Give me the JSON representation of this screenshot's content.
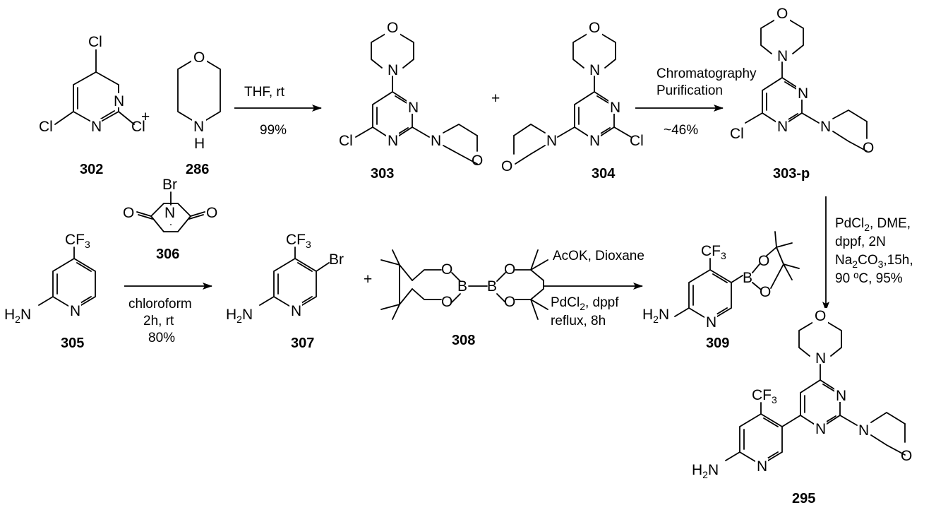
{
  "compounds": {
    "c302": "302",
    "c286": "286",
    "c303": "303",
    "c304": "304",
    "c303p": "303-p",
    "c305": "305",
    "c306": "306",
    "c307": "307",
    "c308": "308",
    "c309": "309",
    "c295": "295"
  },
  "plus_sign": "+",
  "atoms": {
    "Cl": "Cl",
    "N": "N",
    "O": "O",
    "H": "H",
    "Br": "Br",
    "B": "B",
    "NH2_main": "H",
    "NH2_sub": "2",
    "NH2_N": "N",
    "CF3_main": "CF",
    "CF3_sub": "3"
  },
  "step1": {
    "above": "THF,  rt",
    "below": "99%"
  },
  "step2": {
    "above_line1": "Chromatography",
    "above_line2": "Purification",
    "below": "~46%"
  },
  "step3": {
    "below_line1": "chloroform",
    "below_line2": "2h, rt",
    "below_line3": "80%"
  },
  "step4": {
    "above": "AcOK, Dioxane",
    "below_line1": "PdCl",
    "below_line1_sub": "2",
    "below_line1_rest": ", dppf",
    "below_line2": "reflux, 8h"
  },
  "step5": {
    "line1_a": "PdCl",
    "line1_sub": "2",
    "line1_b": ", DME,",
    "line2": "dppf, 2N",
    "line3_a": "Na",
    "line3_sub": "2",
    "line3_b": "CO",
    "line3_sub2": "3",
    "line3_c": ",15h,",
    "line4": "90 ºC, 95%"
  }
}
